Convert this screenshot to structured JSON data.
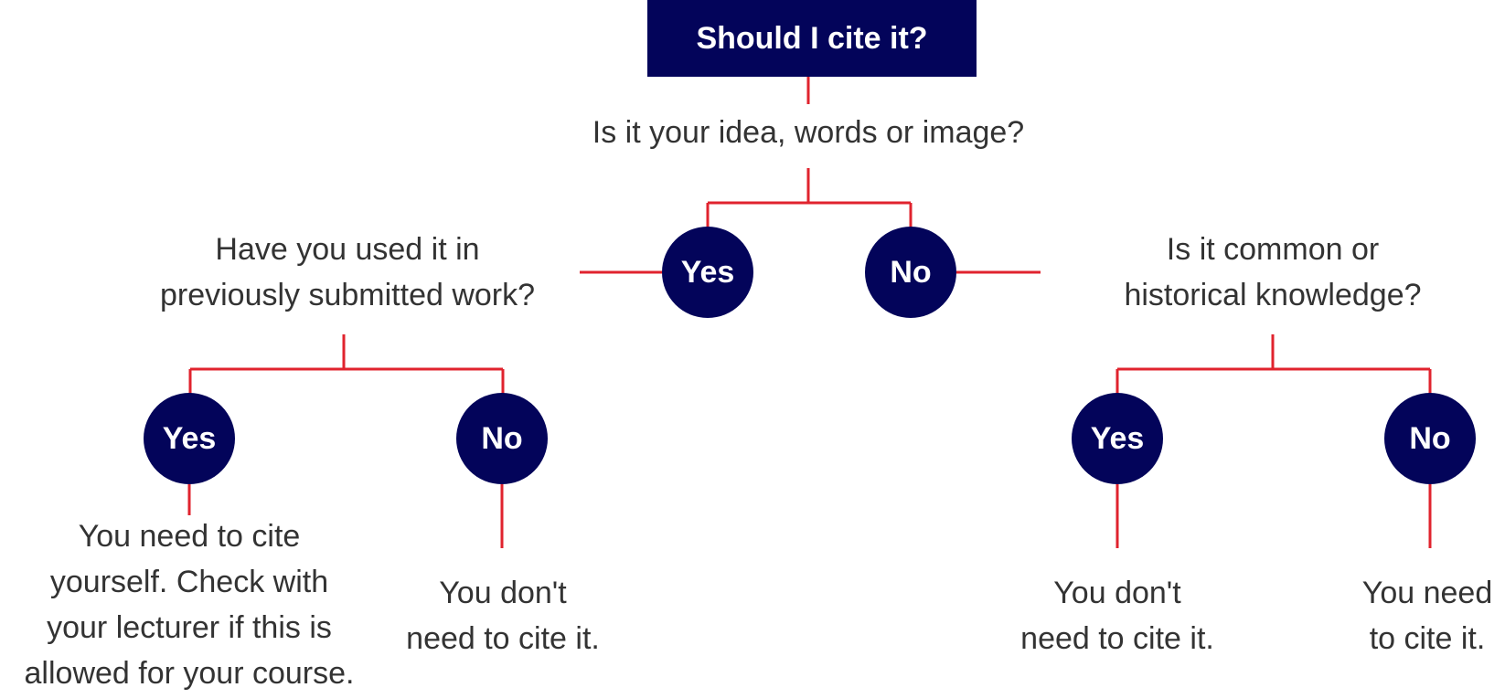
{
  "title": "Should I cite it?",
  "question_root": "Is it your idea, words or image?",
  "root_yes": "Yes",
  "root_no": "No",
  "question_left": {
    "line1": "Have you used it in",
    "line2": "previously submitted work?"
  },
  "question_right": {
    "line1": "Is it common or",
    "line2": "historical knowledge?"
  },
  "left_yes": "Yes",
  "left_no": "No",
  "right_yes": "Yes",
  "right_no": "No",
  "outcome_left_yes": {
    "line1": "You need to cite",
    "line2": "yourself. Check with",
    "line3": "your lecturer if this is",
    "line4": "allowed for your course."
  },
  "outcome_left_no": {
    "line1": "You don't",
    "line2": "need to cite it."
  },
  "outcome_right_yes": {
    "line1": "You don't",
    "line2": "need to cite it."
  },
  "outcome_right_no": {
    "line1": "You need",
    "line2": "to cite it."
  },
  "colors": {
    "navy": "#03045a",
    "connector": "#e0232e",
    "text": "#333333"
  }
}
